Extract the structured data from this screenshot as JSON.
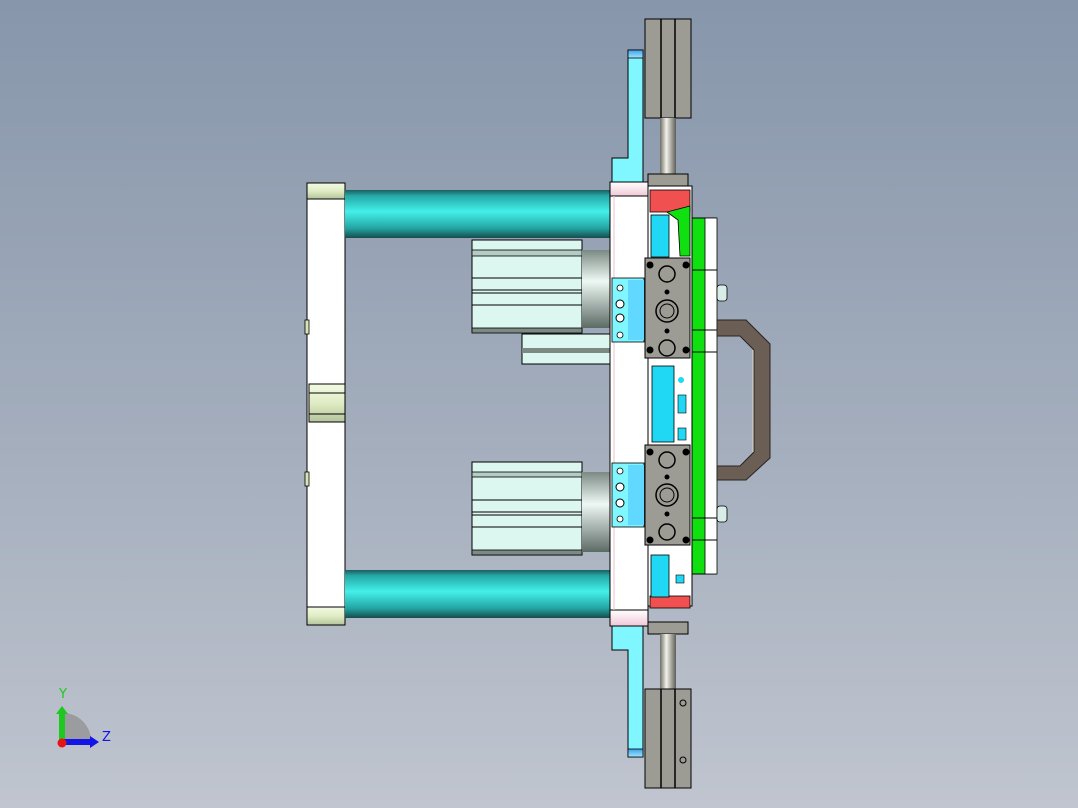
{
  "viewport": {
    "background_top": "#8796ab",
    "background_bottom": "#c0c5cf",
    "view": "side view of gripper fixture assembly"
  },
  "triad": {
    "y_label": "Y",
    "z_label": "Z",
    "y_color": "#1ec81e",
    "z_color": "#1414e6",
    "x_color": "#e61414"
  },
  "colors": {
    "guide_rod": "#3fe8e4",
    "plate_cyan": "#80f6ff",
    "green_plate": "#10e010",
    "handle": "#6b5e55",
    "cylinder_body": "#dcf6f0",
    "gray_block": "#9c9c94",
    "red_part": "#f05050",
    "pink_part": "#fbe6ee"
  }
}
